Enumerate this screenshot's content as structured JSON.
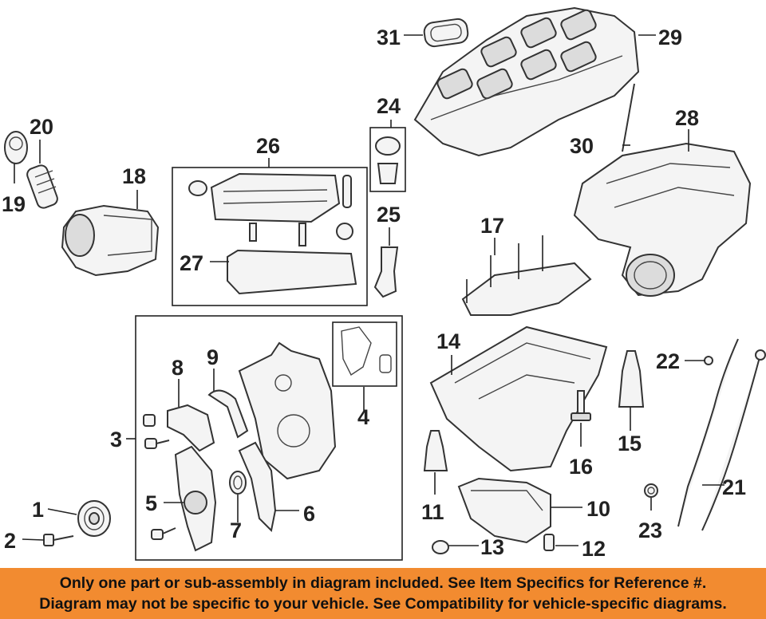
{
  "callouts": {
    "c1": "1",
    "c2": "2",
    "c3": "3",
    "c4": "4",
    "c5": "5",
    "c6": "6",
    "c7": "7",
    "c8": "8",
    "c9": "9",
    "c10": "10",
    "c11": "11",
    "c12": "12",
    "c13": "13",
    "c14": "14",
    "c15": "15",
    "c16": "16",
    "c17": "17",
    "c18": "18",
    "c19": "19",
    "c20": "20",
    "c21": "21",
    "c22": "22",
    "c23": "23",
    "c24": "24",
    "c25": "25",
    "c26": "26",
    "c27": "27",
    "c28": "28",
    "c29": "29",
    "c30": "30",
    "c31": "31"
  },
  "disclaimer": {
    "line1": "Only one part or sub-assembly in diagram included. See Item Specifics for Reference #.",
    "line2": "Diagram may not be specific to your vehicle. See Compatibility for vehicle-specific diagrams."
  },
  "colors": {
    "banner": "#f28b30",
    "ink": "#222222",
    "part_fill": "#f4f4f4"
  }
}
